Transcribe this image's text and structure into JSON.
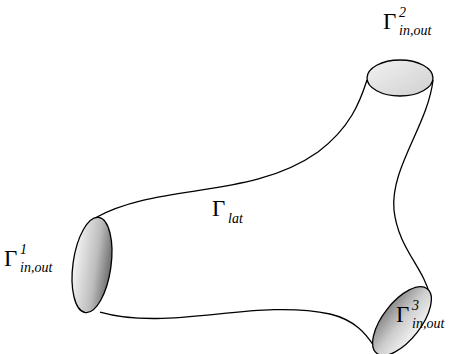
{
  "diagram": {
    "labels": [
      "Γ",
      "2",
      "in,out",
      "Γ",
      "1",
      "in,out",
      "Γ",
      "lat",
      "Γ",
      "3",
      "in,out"
    ]
  }
}
